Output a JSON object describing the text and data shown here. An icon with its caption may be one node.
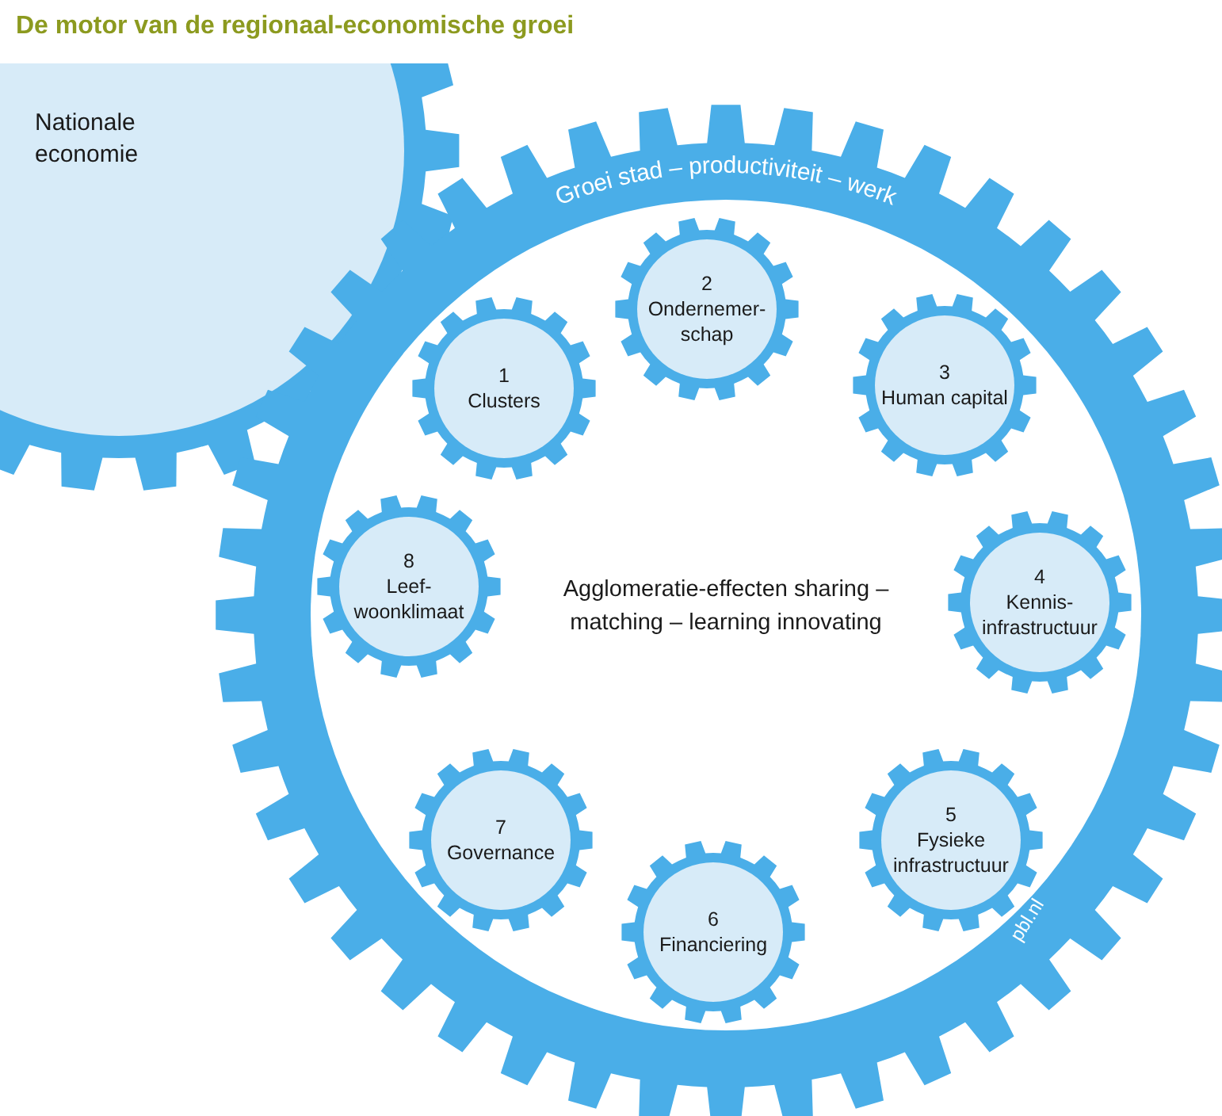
{
  "diagram": {
    "title": "De motor van de regionaal-economische groei",
    "nodes": [
      {
        "text": [
          "Nationale economie"
        ]
      },
      {
        "text": [
          "Groei stad – productiviteit – werk"
        ]
      },
      {
        "text": [
          "1",
          "Clusters"
        ],
        "in": 1
      },
      {
        "text": [
          "2",
          "Ondernemer- schap"
        ],
        "in": 1
      },
      {
        "text": [
          "3",
          "Human capital"
        ],
        "in": 1
      },
      {
        "text": [
          "4",
          "Kennis- infrastructuur"
        ],
        "in": 1
      },
      {
        "text": [
          "5",
          "Fysieke infrastructuur"
        ],
        "in": 1
      },
      {
        "text": [
          "6",
          "Financiering"
        ],
        "in": 1
      },
      {
        "text": [
          "7",
          "Governance"
        ],
        "in": 1
      },
      {
        "text": [
          "8",
          "Leef- woonklimaat"
        ],
        "in": 1
      }
    ],
    "edges": [],
    "labels": [
      "Agglomeratie-effecten sharing – matching – learning innovating",
      "pbl.nl"
    ]
  }
}
